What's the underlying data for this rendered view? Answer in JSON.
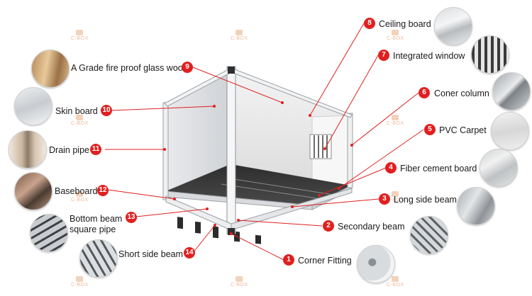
{
  "accent_color": "#e02020",
  "watermark": "C-BOX",
  "callouts": [
    {
      "num": "1",
      "label": "Corner Fitting"
    },
    {
      "num": "2",
      "label": "Secondary beam"
    },
    {
      "num": "3",
      "label": "Long side beam"
    },
    {
      "num": "4",
      "label": "Fiber cement board"
    },
    {
      "num": "5",
      "label": "PVC Carpet"
    },
    {
      "num": "6",
      "label": "Coner column"
    },
    {
      "num": "7",
      "label": "Integrated window"
    },
    {
      "num": "8",
      "label": "Ceiling board"
    },
    {
      "num": "9",
      "label": "A Grade fire proof glass wool"
    },
    {
      "num": "10",
      "label": "Skin board"
    },
    {
      "num": "11",
      "label": "Drain pipe"
    },
    {
      "num": "12",
      "label": "Baseboard"
    },
    {
      "num": "13",
      "label": "Bottom beam square pipe"
    },
    {
      "num": "14",
      "label": "Short side beam"
    }
  ]
}
